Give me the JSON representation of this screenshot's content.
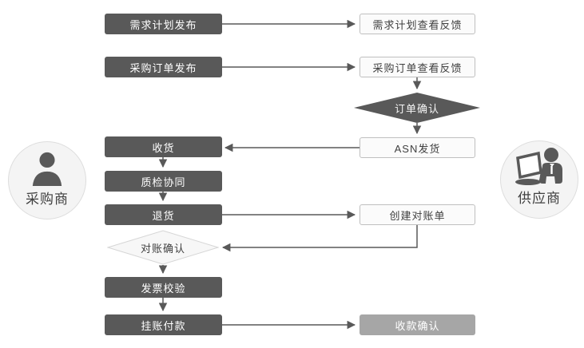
{
  "flow": {
    "actors": {
      "buyer": {
        "label": "采购商",
        "icon": "person-icon"
      },
      "supplier": {
        "label": "供应商",
        "icon": "person-laptop-icon"
      }
    },
    "nodes": {
      "demand_plan_publish": {
        "label": "需求计划发布",
        "kind": "process-dark"
      },
      "demand_plan_feedback": {
        "label": "需求计划查看反馈",
        "kind": "process-light"
      },
      "po_publish": {
        "label": "采购订单发布",
        "kind": "process-dark"
      },
      "po_feedback": {
        "label": "采购订单查看反馈",
        "kind": "process-light"
      },
      "order_confirm": {
        "label": "订单确认",
        "kind": "decision-dark"
      },
      "asn_ship": {
        "label": "ASN发货",
        "kind": "process-light"
      },
      "receive": {
        "label": "收货",
        "kind": "process-dark"
      },
      "qc_collab": {
        "label": "质检协同",
        "kind": "process-dark"
      },
      "return_goods": {
        "label": "退货",
        "kind": "process-dark"
      },
      "create_statement": {
        "label": "创建对账单",
        "kind": "process-light"
      },
      "recon_confirm": {
        "label": "对账确认",
        "kind": "decision-light"
      },
      "invoice_check": {
        "label": "发票校验",
        "kind": "process-dark"
      },
      "payment": {
        "label": "挂账付款",
        "kind": "process-dark"
      },
      "receipt_confirm": {
        "label": "收款确认",
        "kind": "process-muted"
      }
    },
    "edges": [
      {
        "from": "demand_plan_publish",
        "to": "demand_plan_feedback"
      },
      {
        "from": "po_publish",
        "to": "po_feedback"
      },
      {
        "from": "po_feedback",
        "to": "order_confirm"
      },
      {
        "from": "order_confirm",
        "to": "asn_ship"
      },
      {
        "from": "asn_ship",
        "to": "receive"
      },
      {
        "from": "receive",
        "to": "qc_collab"
      },
      {
        "from": "qc_collab",
        "to": "return_goods"
      },
      {
        "from": "return_goods",
        "to": "create_statement"
      },
      {
        "from": "create_statement",
        "to": "recon_confirm"
      },
      {
        "from": "recon_confirm",
        "to": "invoice_check"
      },
      {
        "from": "invoice_check",
        "to": "payment"
      },
      {
        "from": "payment",
        "to": "receipt_confirm"
      }
    ],
    "colors": {
      "dark_node": "#595959",
      "light_node_bg": "#fbfbfb",
      "light_node_border": "#bfbfbf",
      "muted_node": "#a6a6a6",
      "decision_light_bg": "#f7f7f7",
      "decision_light_border": "#d6d6d6",
      "connector": "#595959",
      "actor_circle_bg": "#f4f4f4",
      "actor_circle_border": "#dddddd",
      "actor_icon": "#595959"
    }
  }
}
